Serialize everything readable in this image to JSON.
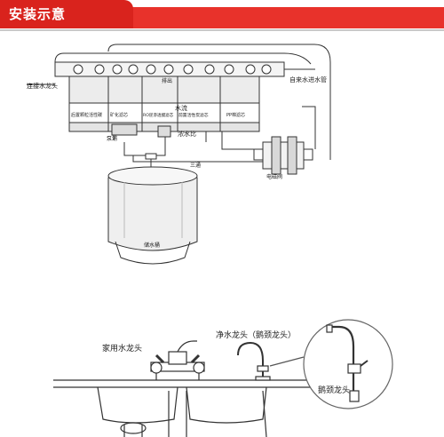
{
  "header": {
    "title": "安装示意"
  },
  "diagram1": {
    "labels": {
      "tap_water_connector": "连接水龙头",
      "tap_water_inlet": "自来水进水管",
      "filter_post_carbon": "后置颗粒活性碳",
      "filter_mineral": "矿化滤芯",
      "filter_ro": "RO逆渗透膜滤芯",
      "filter_pre_carbon": "前置活性炭滤芯",
      "filter_pp": "PP棉滤芯",
      "water_flow": "水流",
      "pump": "泵浦",
      "waste_ratio": "浓水比",
      "three_way": "三通",
      "solenoid_valve": "电磁阀",
      "storage_tank": "储水桶",
      "drain": "排出"
    }
  },
  "diagram2": {
    "labels": {
      "household_faucet": "家用水龙头",
      "purified_faucet": "净水龙头（鹅颈龙头）",
      "gooseneck_faucet": "鹅颈龙头"
    }
  },
  "colors": {
    "header_red": "#e8322b",
    "header_tab": "#d9231d",
    "line": "#333333"
  }
}
